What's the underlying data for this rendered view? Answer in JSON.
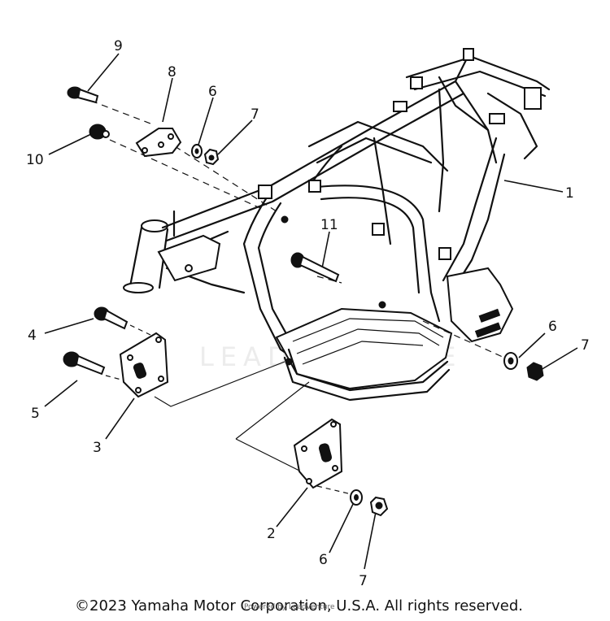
{
  "diagram": {
    "callouts": {
      "c1": "1",
      "c2": "2",
      "c3": "3",
      "c4": "4",
      "c5": "5",
      "c6a": "6",
      "c6b": "6",
      "c6c": "6",
      "c7a": "7",
      "c7b": "7",
      "c7c": "7",
      "c8": "8",
      "c9": "9",
      "c10": "10",
      "c11": "11"
    },
    "watermark": "LEADVENTURE"
  },
  "footer": {
    "copyright": "©2023 Yamaha Motor Corporation, U.S.A. All rights reserved.",
    "footnote": "Powered by Leadventure"
  },
  "colors": {
    "ink": "#111111",
    "background": "#ffffff",
    "watermark": "#ececec"
  }
}
